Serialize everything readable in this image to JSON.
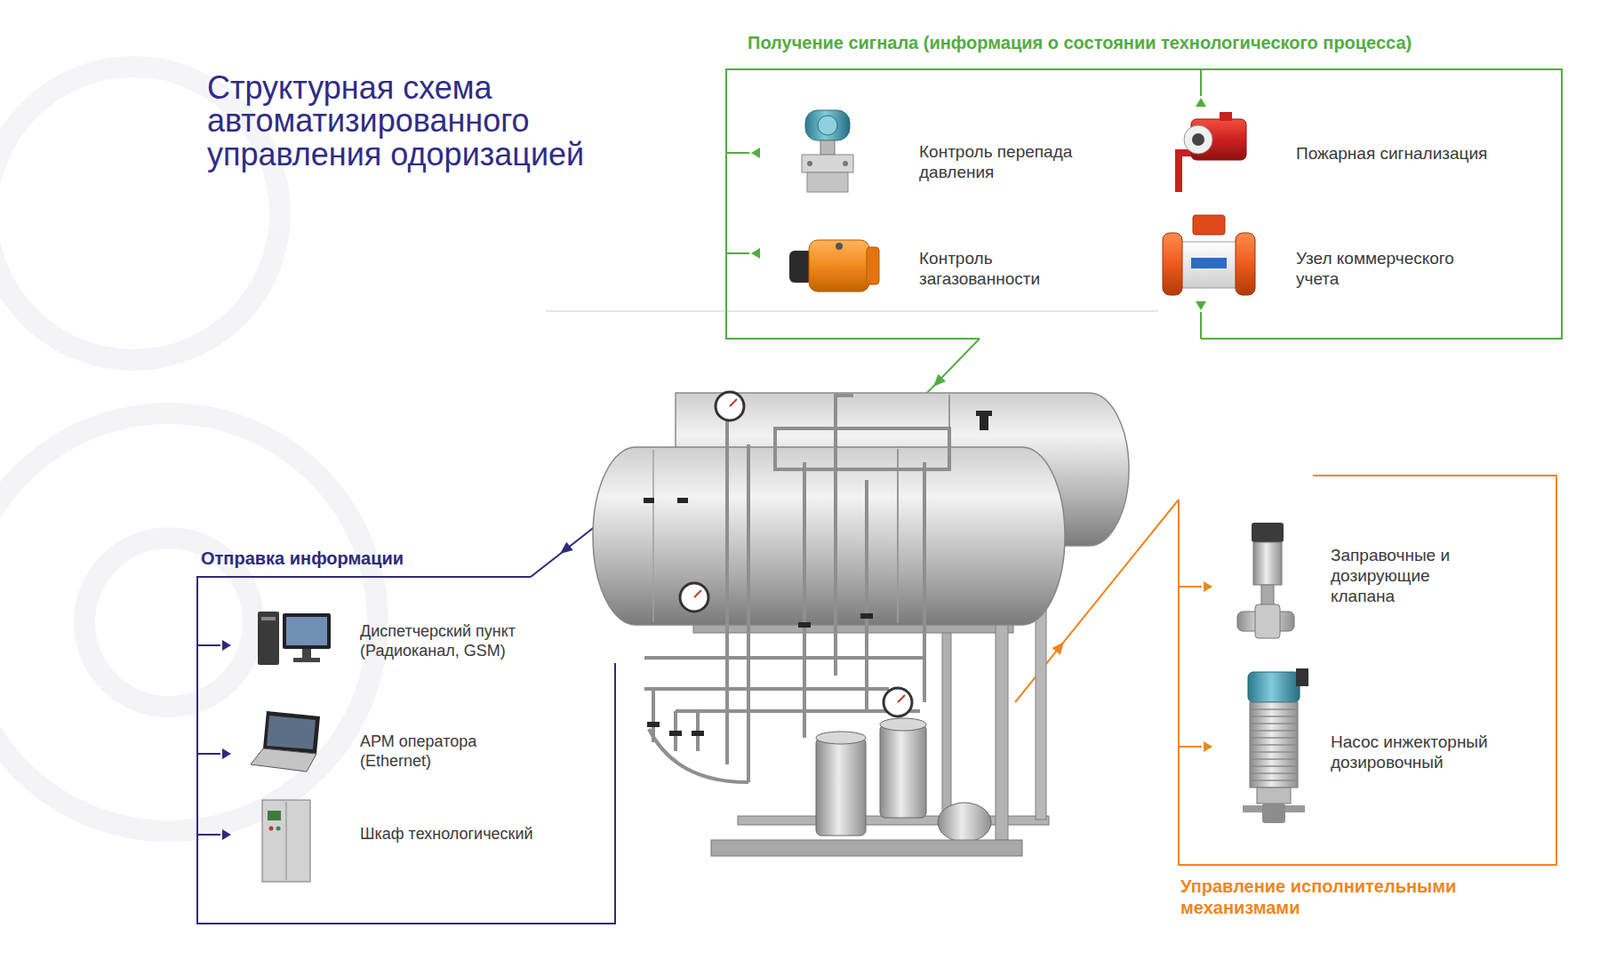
{
  "diagram": {
    "title": "Структурная схема автоматизированного управления одоризацией",
    "nodes": [
      {
        "text": [
          "Получение сигнала (информация о состоянии технологического процесса)"
        ]
      },
      {
        "text": [
          "Контроль перепада давления"
        ],
        "in": 0
      },
      {
        "text": [
          "Пожарная сигнализация"
        ],
        "in": 0
      },
      {
        "text": [
          "Контроль загазованности"
        ],
        "in": 0
      },
      {
        "text": [
          "Узел коммерческого учета"
        ],
        "in": 0
      },
      {
        "text": [
          "Отправка информации"
        ]
      },
      {
        "text": [
          "Диспетчерский пункт (Радиоканал, GSM)"
        ],
        "in": 5
      },
      {
        "text": [
          "АРМ оператора (Ethernet)"
        ],
        "in": 5
      },
      {
        "text": [
          "Шкаф технологический"
        ],
        "in": 5
      },
      {
        "text": [
          "Управление исполнительными механизмами"
        ]
      },
      {
        "text": [
          "Заправочные и дозирующие клапана"
        ],
        "in": 9
      },
      {
        "text": [
          "Насос инжекторный дозировочный"
        ],
        "in": 9
      }
    ]
  }
}
